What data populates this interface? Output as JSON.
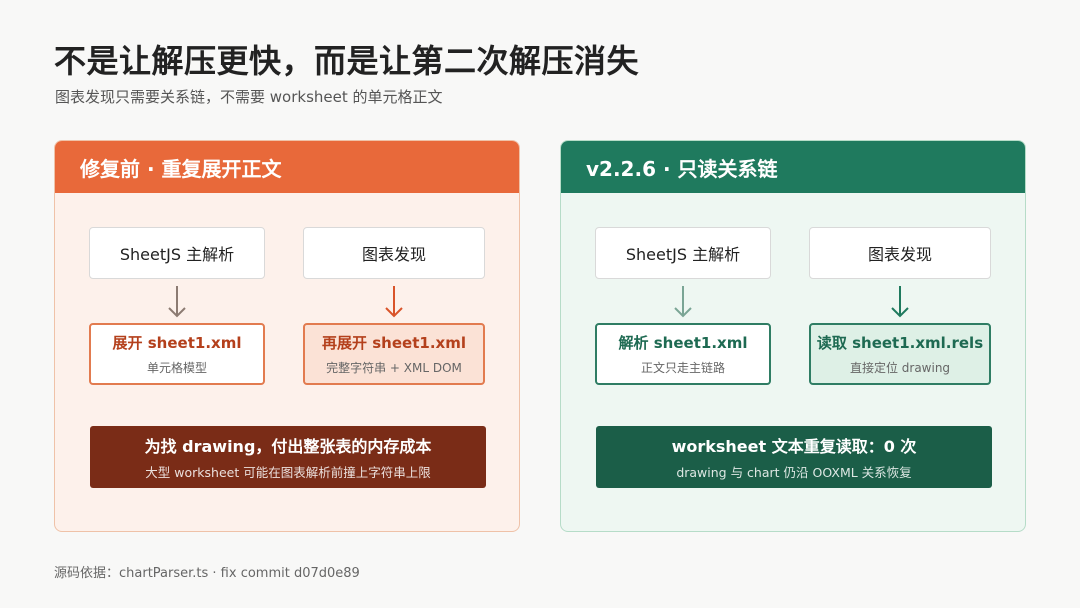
{
  "title": "不是让解压更快，而是让第二次解压消失",
  "subtitle": "图表发现只需要关系链，不需要 worksheet 的单元格正文",
  "left": {
    "header": "修复前 · 重复展开正文",
    "box_a": "SheetJS 主解析",
    "box_b": "图表发现",
    "mid_a_title": "展开 sheet1.xml",
    "mid_a_sub": "单元格模型",
    "mid_b_title": "再展开 sheet1.xml",
    "mid_b_sub": "完整字符串 + XML DOM",
    "footer_title": "为找 drawing，付出整张表的内存成本",
    "footer_sub": "大型 worksheet 可能在图表解析前撞上字符串上限"
  },
  "right": {
    "header": "v2.2.6 · 只读关系链",
    "box_a": "SheetJS 主解析",
    "box_b": "图表发现",
    "mid_a_title": "解析 sheet1.xml",
    "mid_a_sub": "正文只走主链路",
    "mid_b_title": "读取 sheet1.xml.rels",
    "mid_b_sub": "直接定位 drawing",
    "footer_title": "worksheet 文本重复读取：0 次",
    "footer_sub": "drawing 与 chart 仍沿 OOXML 关系恢复"
  },
  "source": "源码依据：chartParser.ts · fix commit d07d0e89",
  "colors": {
    "left_accent": "#e8693a",
    "left_dark": "#7a2c17",
    "right_accent": "#1f7a5e",
    "right_dark": "#1b5e48"
  }
}
